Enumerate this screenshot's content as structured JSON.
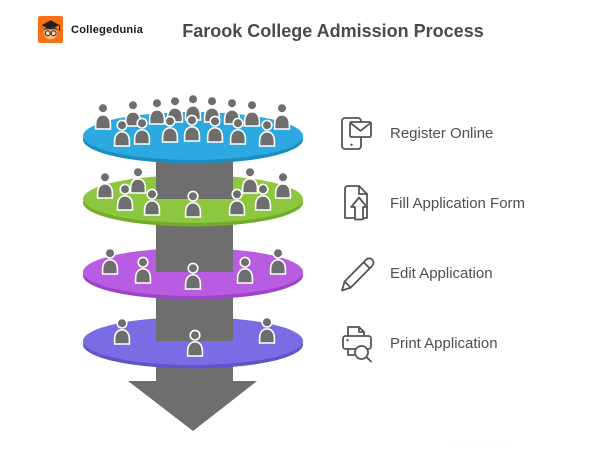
{
  "brand": {
    "name": "Collegedunia",
    "logo_bg": "#f97015"
  },
  "title": "Farook College Admission Process",
  "steps": [
    {
      "label": "Register Online",
      "icon": "mobile-mail-icon"
    },
    {
      "label": "Fill Application Form",
      "icon": "document-upload-icon"
    },
    {
      "label": "Edit Application",
      "icon": "pencil-icon"
    },
    {
      "label": "Print Application",
      "icon": "printer-search-icon"
    }
  ],
  "funnel": {
    "arrow_color": "#6e6e6e",
    "person_color": "#6e6e6e",
    "levels": [
      {
        "name": "level-1",
        "color": "#2ba9e0",
        "shade": "#1d8dc0",
        "people": 16
      },
      {
        "name": "level-2",
        "color": "#8dc63f",
        "shade": "#74ab2a",
        "people": 9
      },
      {
        "name": "level-3",
        "color": "#b85ce2",
        "shade": "#9d43c8",
        "people": 5
      },
      {
        "name": "level-4",
        "color": "#7a6ce4",
        "shade": "#6254c6",
        "people": 3
      }
    ]
  },
  "watermark": "···········"
}
